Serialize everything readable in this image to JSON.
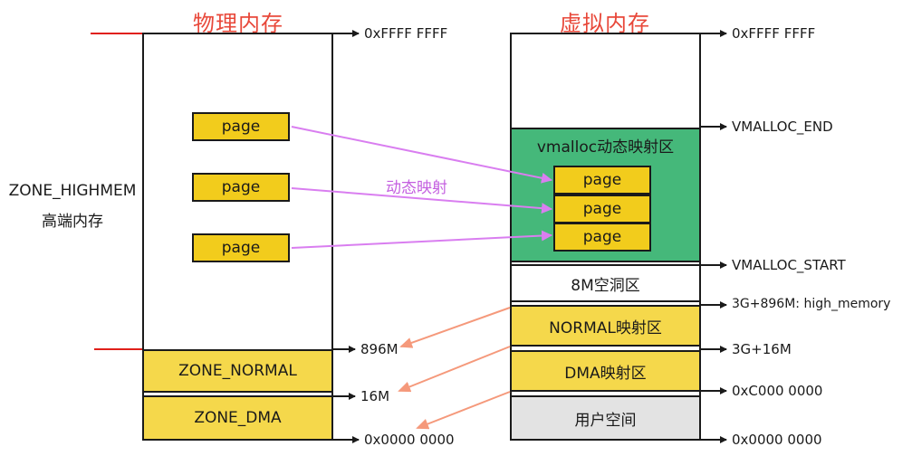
{
  "physical": {
    "title": "物理内存",
    "pages": [
      "page",
      "page",
      "page"
    ],
    "zone_normal": "ZONE_NORMAL",
    "zone_dma": "ZONE_DMA",
    "addr_top": "0xFFFF FFFF",
    "addr_896m": "896M",
    "addr_16m": "16M",
    "addr_zero": "0x0000 0000",
    "highmem_label": "ZONE_HIGHMEM",
    "highmem_sub": "高端内存"
  },
  "mapping_label": "动态映射",
  "virtual": {
    "title": "虚拟内存",
    "vmalloc_label": "vmalloc动态映射区",
    "pages": [
      "page",
      "page",
      "page"
    ],
    "gap_label": "8M空洞区",
    "normal_map": "NORMAL映射区",
    "dma_map": "DMA映射区",
    "user_space": "用户空间",
    "addr_top": "0xFFFF FFFF",
    "addr_vmalloc_end": "VMALLOC_END",
    "addr_vmalloc_start": "VMALLOC_START",
    "addr_high_memory": "3G+896M: high_memory",
    "addr_3g16m": "3G+16M",
    "addr_c000": "0xC000 0000",
    "addr_zero": "0x0000 0000"
  },
  "colors": {
    "title_red": "#e8483a",
    "page_yellow": "#f2cc1c",
    "zone_yellow": "#f5d84b",
    "vmalloc_green": "#45b87a",
    "user_gray": "#e3e3e3",
    "mapping_purple": "#d97ef0",
    "salmon_arrow": "#f5997b",
    "marker_red": "#e0201a"
  }
}
